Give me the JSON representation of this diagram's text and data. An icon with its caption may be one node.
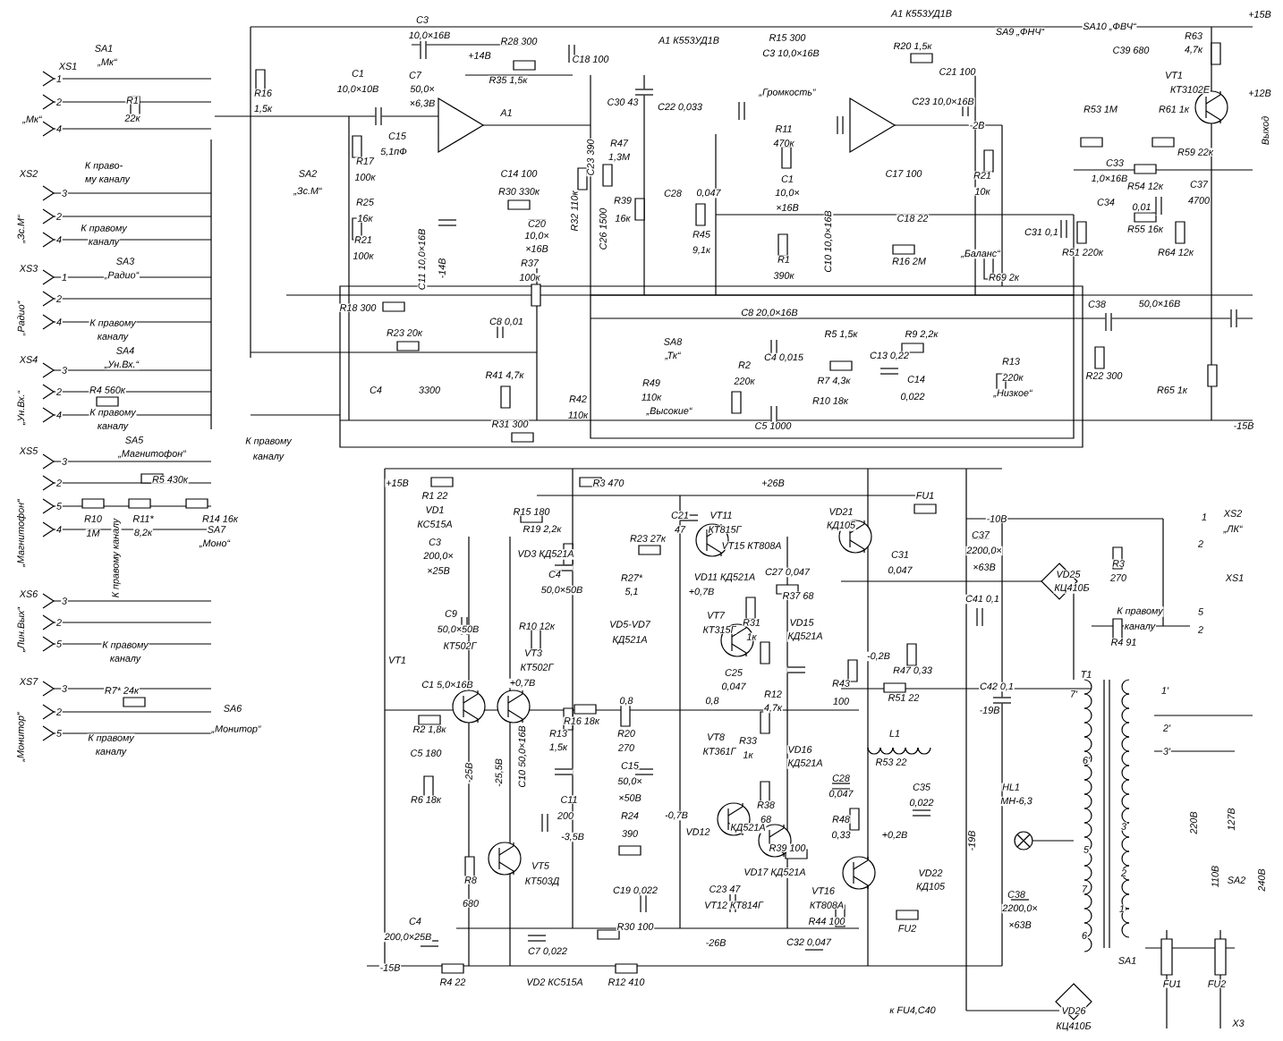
{
  "diagram": {
    "labels": [
      "XS1",
      "SA1",
      "„Мк“",
      "1",
      "2",
      "4",
      "„Мк“",
      "R1",
      "22к",
      "R16",
      "1,5к",
      "К право-",
      "му каналу",
      "XS2",
      "3",
      "SA2",
      "„Зс.М“",
      "2",
      "4",
      "„Зс.М“",
      "К правому",
      "каналу",
      "XS3",
      "1",
      "SA3",
      "„Радио“",
      "2",
      "4",
      "„Радио“",
      "К правому",
      "каналу",
      "SA4",
      "„Ун.Вх.“",
      "XS4",
      "3",
      "2",
      "4",
      "R4 560к",
      "„Ун.Вх.“",
      "К правому",
      "каналу",
      "XS5",
      "SA5",
      "„Магнитофон“",
      "3",
      "2",
      "5",
      "4",
      "К правому",
      "каналу",
      "R5 430к",
      "R10",
      "1М",
      "R11*",
      "8,2к",
      "R14 16к",
      "SA7",
      "„Моно“",
      "„Магнитофон“",
      "К правому каналу",
      "XS6",
      "3",
      "2",
      "5",
      "„Лин.Вых“",
      "К правому",
      "каналу",
      "XS7",
      "3",
      "2",
      "5",
      "R7* 24к",
      "SA6",
      "„Монитор“",
      "К правому",
      "каналу",
      "„Монитор“",
      "С3",
      "10,0×16В",
      "C1",
      "10,0×10В",
      "С7",
      "50,0×",
      "×6,3В",
      "R28 300",
      "+14В",
      "R35 1,5к",
      "C18 100",
      "A1",
      "A1 К553УД1В",
      "C15",
      "5,1пФ",
      "R17",
      "100к",
      "R25",
      "16к",
      "R21",
      "100к",
      "С11 10,0×16В",
      "-14В",
      "С14 100",
      "R30 330к",
      "С20",
      "10,0×",
      "×16В",
      "R37",
      "100к",
      "R18 300",
      "R23 20к",
      "С4",
      "3300",
      "С8 0,01",
      "R41 4,7к",
      "R31 300",
      "R32 110к",
      "С23 390",
      "С26 1500",
      "С30 43",
      "R47",
      "1,3М",
      "R39",
      "16к",
      "С22 0,033",
      "С28",
      "0,047",
      "R45",
      "9,1к",
      "SA8",
      "„Тк“",
      "R42",
      "110к",
      "R49",
      "110к",
      "„Высокие“",
      "R15 300",
      "С3 10,0×16В",
      "„Громкость“",
      "R11",
      "470к",
      "С1",
      "10,0×",
      "×16В",
      "R1",
      "390к",
      "С10 10,0×16В",
      "С8 20,0×16В",
      "С4 0,015",
      "R2",
      "220к",
      "С5 1000",
      "R5 1,5к",
      "R9 2,2к",
      "С13 0,22",
      "R7 4,3к",
      "R10 18к",
      "С14",
      "0,022",
      "R13",
      "220к",
      "„Низкое“",
      "R22 300",
      "A1 К553УД1В",
      "R20 1,5к",
      "С21 100",
      "С23 10,0×16В",
      "-2В",
      "С17 100",
      "С18 22",
      "R16 2М",
      "R21",
      "10к",
      "С31 0,1",
      "„Баланс“",
      "R69 2к",
      "R51 220к",
      "R64 12к",
      "R55 16к",
      "С34",
      "0,01",
      "R54 12к",
      "С33",
      "1,0×16В",
      "R53 1М",
      "R61 1к",
      "VT1",
      "КТ3102Е",
      "R59 22к",
      "С37",
      "4700",
      "R63",
      "4,7к",
      "+15В",
      "+12В",
      "Выход",
      "SA9 „ФНЧ“",
      "SA10 „ФВЧ“",
      "С39 680",
      "С38",
      "50,0×16В",
      "R65 1к",
      "-15В",
      "+15В",
      "R1 22",
      "VD1",
      "КС515А",
      "С3",
      "200,0×",
      "×25В",
      "R3 470",
      "R15 180",
      "R19 2,2к",
      "R23 27к",
      "+26В",
      "С21",
      "47",
      "VT11",
      "КТ815Г",
      "VD21",
      "КД105",
      "VT15 КТ808А",
      "VD3 КД521А",
      "С4",
      "50,0×50В",
      "R27*",
      "5,1",
      "VD11 КД521А",
      "+0,7В",
      "С27 0,047",
      "R37 68",
      "С9",
      "50,0×50В",
      "КТ502Г",
      "R10 12к",
      "VD5-VD7",
      "КД521А",
      "VT7",
      "КТ315Г",
      "R31",
      "1к",
      "VD15",
      "КД521А",
      "VT3",
      "КТ502Г",
      "VT1",
      "С1 5,0×16В",
      "+0,7В",
      "С25",
      "0,047",
      "R12",
      "4,7к",
      "R2 1,8к",
      "0,8",
      "0,8",
      "R16 18к",
      "С5 180",
      "R20",
      "270",
      "R13",
      "1,5к",
      "VT8",
      "КТ361Г",
      "R33",
      "1к",
      "VD16",
      "КД521А",
      "С10 50,0×16В",
      "-25В",
      "-25,5В",
      "R6 18к",
      "С11",
      "С15",
      "50,0×",
      "×50В",
      "200",
      "R38",
      "68",
      "R24",
      "390",
      "-0,7В",
      "VD12",
      "-3,5В",
      "КД521А",
      "R39 100",
      "VD17 КД521А",
      "R8",
      "VT5",
      "КТ503Д",
      "680",
      "С19 0,022",
      "С23 47",
      "VT12 КТ814Г",
      "VT16",
      "КТ808А",
      "R44 100",
      "R30 100",
      "-26В",
      "С32 0,047",
      "С4",
      "200,0×25В",
      "С7 0,022",
      "-15В",
      "R4 22",
      "VD2 КС515А",
      "R12 410",
      "FU1",
      "-10В",
      "С37",
      "2200,0×",
      "×63В",
      "С31",
      "0,047",
      "VD25",
      "КЦ410Б",
      "R3",
      "270",
      "XS2",
      "„ЛК“",
      "1",
      "2",
      "XS1",
      "5",
      "2",
      "С41 0,1",
      "К правому",
      "каналу",
      "R4 91",
      "-0,2В",
      "R47 0,33",
      "R43",
      "100",
      "С42 0,1",
      "T1",
      "R51 22",
      "-19В",
      "7'",
      "1'",
      "2'",
      "3'",
      "6'",
      "L1",
      "R53 22",
      "С28",
      "0,047",
      "С35",
      "0,022",
      "HL1",
      "МН-6,3",
      "R48",
      "0,33",
      "+0,2В",
      "-19В",
      "5",
      "3",
      "2",
      "7",
      "1",
      "6",
      "220В",
      "127В",
      "110В",
      "240В",
      "SA2",
      "VD22",
      "КД105",
      "С38",
      "2200,0×",
      "×63В",
      "FU2",
      "SA1",
      "FU1",
      "FU2",
      "к FU4,C40",
      "VD26",
      "КЦ410Б",
      "Х3"
    ]
  }
}
